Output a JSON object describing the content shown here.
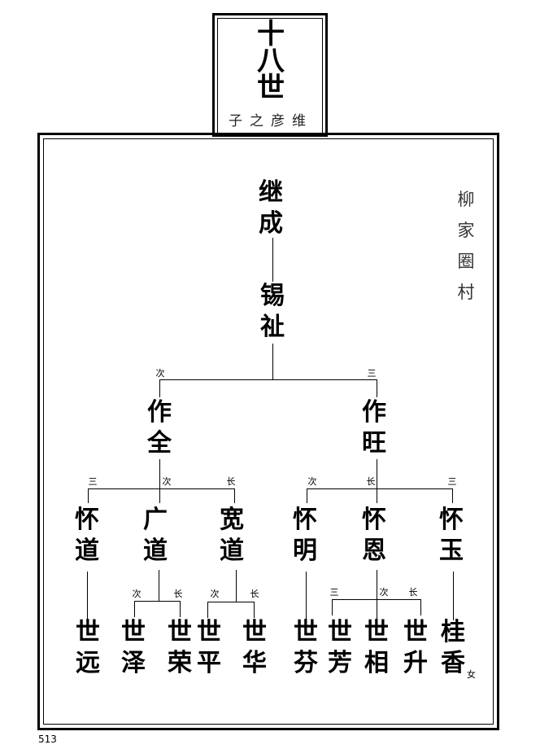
{
  "header": {
    "generation": [
      "十",
      "八",
      "世"
    ],
    "subtitle": "子之彦维"
  },
  "place": [
    "柳",
    "家",
    "圈",
    "村"
  ],
  "tree": {
    "g1": [
      "继",
      "成"
    ],
    "g2": [
      "锡",
      "祉"
    ],
    "g2_children_labels": [
      "次",
      "三"
    ],
    "g3": [
      [
        "作",
        "全"
      ],
      [
        "作",
        "旺"
      ]
    ],
    "zuoquan_labels": [
      "三",
      "次",
      "长"
    ],
    "zuowang_labels": [
      "次",
      "长",
      "三"
    ],
    "g4": [
      [
        "怀",
        "道"
      ],
      [
        "广",
        "道"
      ],
      [
        "宽",
        "道"
      ],
      [
        "怀",
        "明"
      ],
      [
        "怀",
        "恩"
      ],
      [
        "怀",
        "玉"
      ]
    ],
    "guangdao_labels": [
      "次",
      "长"
    ],
    "kuandao_labels": [
      "次",
      "长"
    ],
    "huaien_labels": [
      "三",
      "次",
      "长"
    ],
    "g5": [
      [
        "世",
        "远"
      ],
      [
        "世",
        "泽"
      ],
      [
        "世",
        "荣"
      ],
      [
        "世",
        "平"
      ],
      [
        "世",
        "华"
      ],
      [
        "世",
        "芬"
      ],
      [
        "世",
        "芳"
      ],
      [
        "世",
        "相"
      ],
      [
        "世",
        "升"
      ],
      [
        "桂",
        "香"
      ]
    ],
    "female_mark": "女"
  },
  "page_number": "513"
}
